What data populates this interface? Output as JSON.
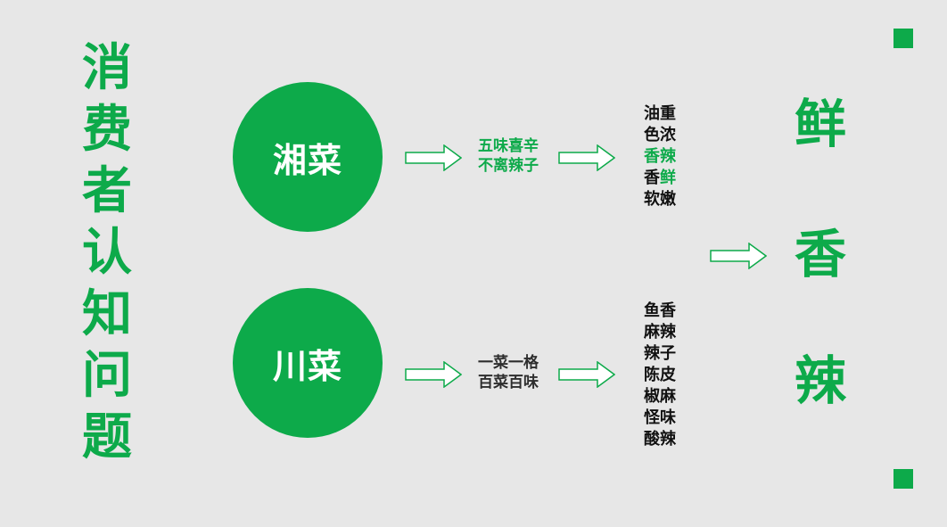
{
  "title_chars": [
    "消",
    "费",
    "者",
    "认",
    "知",
    "问",
    "题"
  ],
  "branches": [
    {
      "cuisine": "湘菜",
      "phrase_lines": [
        "五味喜辛",
        "不离辣子"
      ],
      "phrase_color": "#0daa4a",
      "traits": [
        [
          {
            "t": "油重",
            "c": "dark"
          }
        ],
        [
          {
            "t": "色浓",
            "c": "dark"
          }
        ],
        [
          {
            "t": "香辣",
            "c": "green"
          }
        ],
        [
          {
            "t": "香",
            "c": "dark"
          },
          {
            "t": "鲜",
            "c": "green"
          }
        ],
        [
          {
            "t": "软嫩",
            "c": "dark"
          }
        ]
      ]
    },
    {
      "cuisine": "川菜",
      "phrase_lines": [
        "一菜一格",
        "百菜百味"
      ],
      "phrase_color": "#2e2e2e",
      "traits": [
        [
          {
            "t": "鱼香",
            "c": "dark"
          }
        ],
        [
          {
            "t": "麻辣",
            "c": "dark"
          }
        ],
        [
          {
            "t": "辣子",
            "c": "dark"
          }
        ],
        [
          {
            "t": "陈皮",
            "c": "dark"
          }
        ],
        [
          {
            "t": "椒麻",
            "c": "dark"
          }
        ],
        [
          {
            "t": "怪味",
            "c": "dark"
          }
        ],
        [
          {
            "t": "酸辣",
            "c": "dark"
          }
        ]
      ]
    }
  ],
  "conclusion_chars": [
    "鲜",
    "香",
    "辣"
  ],
  "colors": {
    "accent": "#0daa4a",
    "background": "#e7e7e7",
    "text": "#111111"
  },
  "icons": [
    "outline-right-arrow-icon",
    "corner-square-icon"
  ]
}
